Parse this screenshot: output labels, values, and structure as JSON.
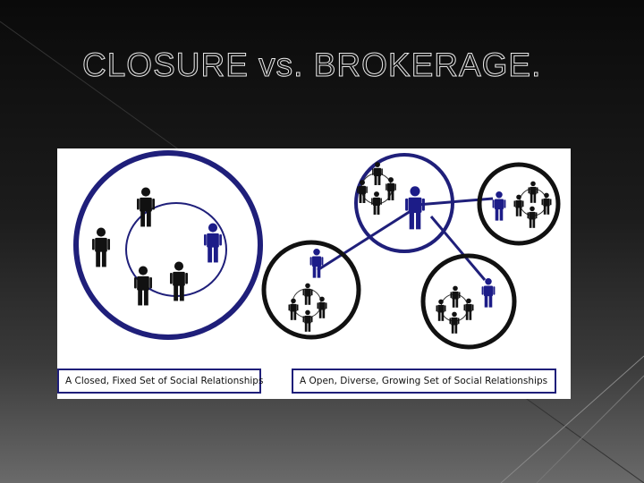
{
  "slide": {
    "title": "CLOSURE vs. BROKERAGE."
  },
  "figure": {
    "closed_caption": "A Closed, Fixed Set of Social Relationships",
    "open_caption": "A Open, Diverse, Growing Set of Social Relationships"
  },
  "colors": {
    "network_blue": "#1f1f7a",
    "person_black": "#111111",
    "broker_blue": "#1c1c88"
  }
}
